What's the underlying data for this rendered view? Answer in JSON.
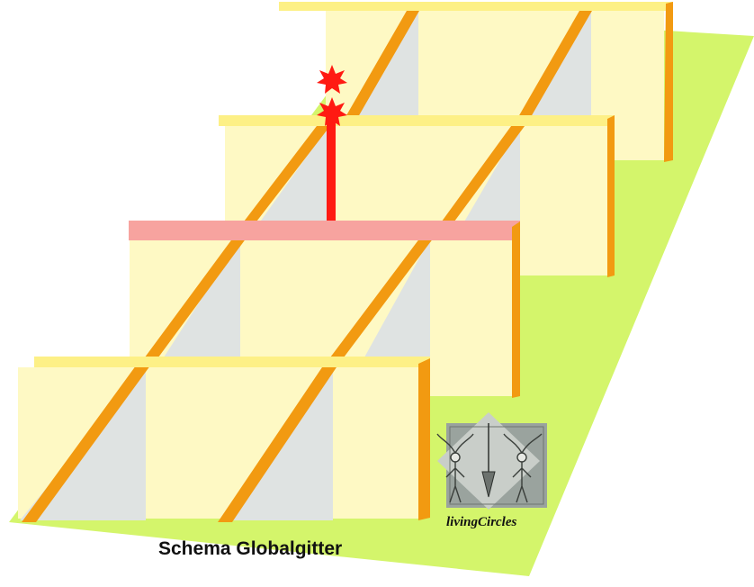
{
  "diagram": {
    "caption": "Schema Globalgitter",
    "logo": {
      "text_part1": "living",
      "text_part2": "Circles"
    },
    "colors": {
      "ground": "#d4f56b",
      "wall_face": "#fef9c4",
      "wall_shadow": "#dfe3e2",
      "wall_top": "#fdf086",
      "wall_top_highlight": "#f7a39f",
      "diagonal_stripe": "#f29a11",
      "disturbance_line": "#ff1a12",
      "logo_background": "#9aa39e",
      "caption_text": "#111111"
    },
    "icons": {
      "disturbance_markers": [
        "star-icon",
        "star-icon"
      ],
      "logo_figures": [
        "mandrake-figure-icon",
        "pendulum-icon",
        "mandrake-figure-icon"
      ]
    }
  }
}
